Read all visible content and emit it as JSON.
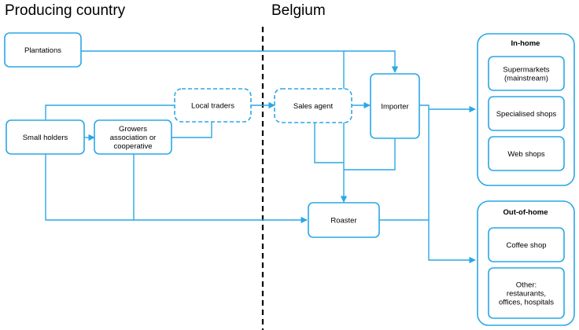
{
  "regions": {
    "left": "Producing country",
    "right": "Belgium"
  },
  "nodes": {
    "plantations": [
      "Plantations"
    ],
    "small_holders": [
      "Small holders"
    ],
    "growers": [
      "Growers",
      "association or",
      "cooperative"
    ],
    "local_traders": [
      "Local traders"
    ],
    "sales_agent": [
      "Sales agent"
    ],
    "importer": [
      "Importer"
    ],
    "roaster": [
      "Roaster"
    ],
    "supermarkets": [
      "Supermarkets",
      "(mainstream)"
    ],
    "specialised_shops": [
      "Specialised shops"
    ],
    "web_shops": [
      "Web shops"
    ],
    "coffee_shop": [
      "Coffee shop"
    ],
    "other": [
      "Other:",
      "restaurants,",
      "offices, hospitals"
    ]
  },
  "groups": {
    "in_home": "In-home",
    "out_of_home": "Out-of-home"
  },
  "colors": {
    "accent": "#2aa7e6",
    "divider": "#000000"
  }
}
